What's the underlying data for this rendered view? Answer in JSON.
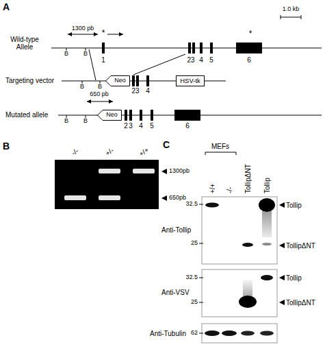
{
  "diagram": {
    "nodes": [
      {
        "text": [
          "Neo"
        ]
      },
      {
        "text": [
          "HSV-tk"
        ]
      },
      {
        "text": [
          "Neo"
        ]
      }
    ],
    "labels": [
      "A",
      "1.0 kb",
      "Wild-type Allele",
      "1300 pb",
      "*",
      "1",
      "*",
      "23",
      "4",
      "5",
      "6",
      "B",
      "B",
      "Targeting vector",
      "B",
      "B",
      "23",
      "4",
      "Mutated allele",
      "650 pb",
      "B",
      "B",
      "2",
      "3",
      "4",
      "5",
      "6",
      "B",
      "-/-",
      "+/-",
      "+/+",
      "1300pb",
      "650pb",
      "C",
      "MEFs",
      "+/+",
      "-/-",
      "TollipΔNT",
      "Tollip",
      "Anti-Tollip",
      "32.5",
      "25",
      "Tollip",
      "TollipΔNT",
      "Anti-VSV",
      "32.5",
      "25",
      "Tollip",
      "TollipΔNT",
      "Anti-Tubulin",
      "62"
    ]
  }
}
